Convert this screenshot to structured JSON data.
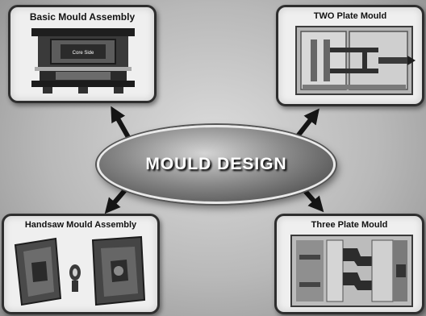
{
  "center": {
    "label": "MOULD DESIGN"
  },
  "cards": {
    "top_left": {
      "title": "Basic Mould Assembly",
      "inner_label": "Core Side"
    },
    "top_right": {
      "title": "TWO Plate Mould"
    },
    "bottom_left": {
      "title": "Handsaw Mould Assembly"
    },
    "bottom_right": {
      "title": "Three Plate Mould"
    }
  }
}
